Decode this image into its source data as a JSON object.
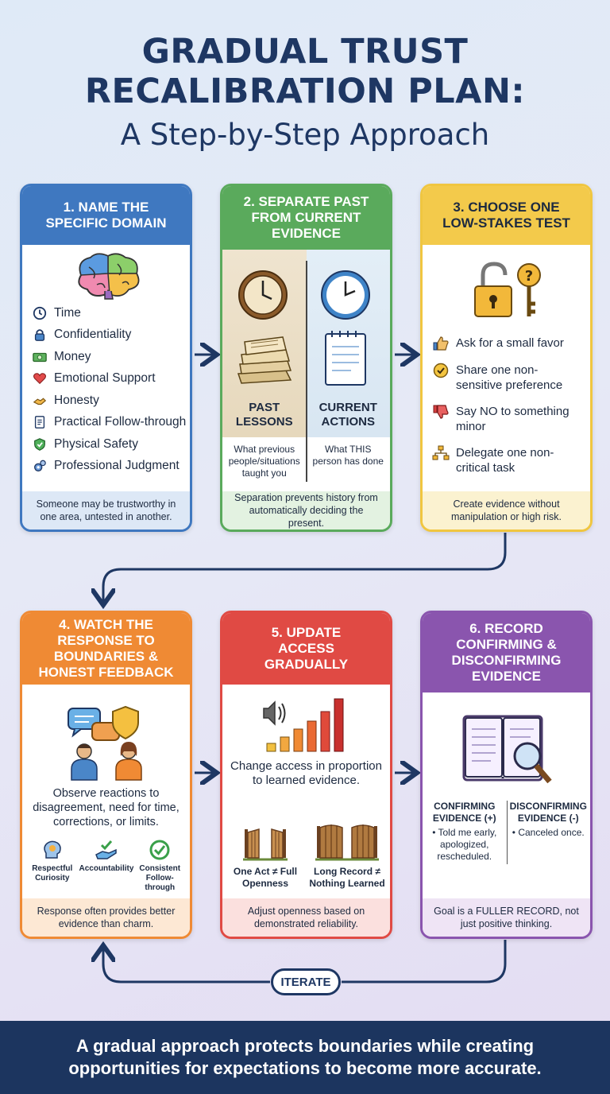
{
  "title": "GRADUAL TRUST\nRECALIBRATION PLAN:",
  "subtitle": "A Step-by-Step Approach",
  "steps": [
    {
      "title": "1. NAME THE\nSPECIFIC DOMAIN",
      "items": [
        "Time",
        "Confidentiality",
        "Money",
        "Emotional Support",
        "Honesty",
        "Practical Follow-through",
        "Physical Safety",
        "Professional Judgment"
      ],
      "footer": "Someone may be trustworthy in one area, untested in another."
    },
    {
      "title": "2. SEPARATE PAST\nFROM CURRENT\nEVIDENCE",
      "left_label": "PAST\nLESSONS",
      "right_label": "CURRENT\nACTIONS",
      "left_desc": "What previous people/situations taught you",
      "right_desc": "What THIS person has done",
      "footer": "Separation prevents history from automatically deciding the present."
    },
    {
      "title": "3. CHOOSE ONE\nLOW-STAKES TEST",
      "items": [
        "Ask for a small favor",
        "Share one non-sensitive preference",
        "Say NO to something minor",
        "Delegate one non-critical task"
      ],
      "footer": "Create evidence without manipulation or high risk."
    },
    {
      "title": "4. WATCH THE\nRESPONSE TO\nBOUNDARIES &\nHONEST FEEDBACK",
      "body": "Observe reactions to disagreement, need for time, corrections, or limits.",
      "traits": [
        "Respectful Curiosity",
        "Accountability",
        "Consistent Follow-through"
      ],
      "footer": "Response often provides better evidence than charm."
    },
    {
      "title": "5. UPDATE\nACCESS\nGRADUALLY",
      "body": "Change access in proportion to learned evidence.",
      "gates": [
        "One Act ≠ Full Openness",
        "Long Record ≠ Nothing Learned"
      ],
      "footer": "Adjust openness based on demonstrated reliability."
    },
    {
      "title": "6. RECORD\nCONFIRMING &\nDISCONFIRMING\nEVIDENCE",
      "confirming_title": "CONFIRMING\nEVIDENCE (+)",
      "confirming_body": "• Told me early, apologized, rescheduled.",
      "disconfirming_title": "DISCONFIRMING\nEVIDENCE (-)",
      "disconfirming_body": "• Canceled once.",
      "footer": "Goal is a FULLER RECORD, not just positive thinking."
    }
  ],
  "iterate_label": "ITERATE",
  "bottom_message": "A gradual approach protects boundaries while creating opportunities for expectations to become more accurate.",
  "colors": {
    "step1": "#3f78c0",
    "step2": "#5aaa5c",
    "step3": "#f3ca4b",
    "step4": "#ef8a34",
    "step5": "#e04a44",
    "step6": "#8a55ae",
    "navy": "#1c355f"
  }
}
